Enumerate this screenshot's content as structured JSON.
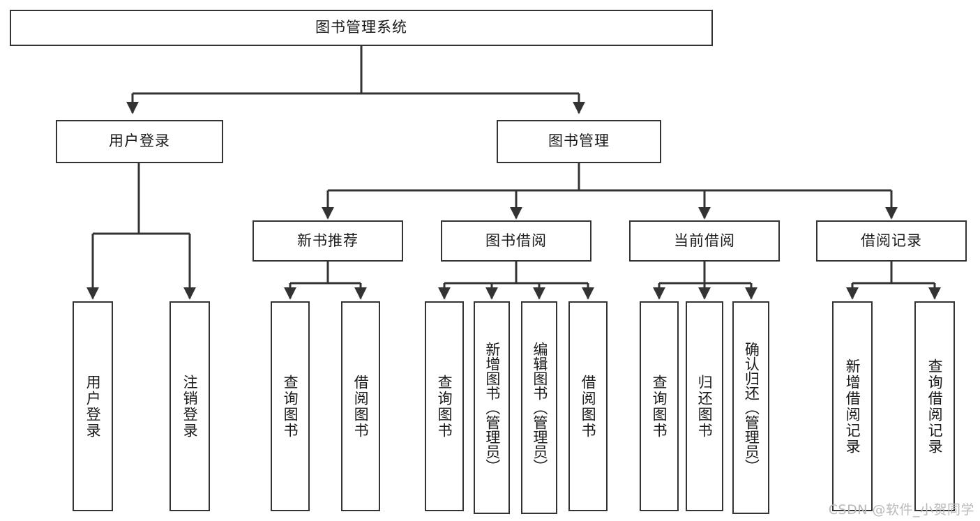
{
  "diagram": {
    "type": "tree-hierarchy",
    "title": "图书管理系统",
    "watermark": "CSDN @软件_小贺同学",
    "colors": {
      "box_border": "#333333",
      "box_fill": "#ffffff",
      "connector": "#333333",
      "text": "#1a1a1a",
      "watermark": "#b9b9b9",
      "background": "#ffffff"
    },
    "root": {
      "label": "图书管理系统"
    },
    "level2": [
      {
        "label": "用户登录"
      },
      {
        "label": "图书管理"
      }
    ],
    "level3": [
      {
        "label": "新书推荐"
      },
      {
        "label": "图书借阅"
      },
      {
        "label": "当前借阅"
      },
      {
        "label": "借阅记录"
      }
    ],
    "leaves": {
      "user_login": [
        {
          "label": "用户登录"
        },
        {
          "label": "注销登录"
        }
      ],
      "new_book": [
        {
          "label": "查询图书"
        },
        {
          "label": "借阅图书"
        }
      ],
      "book_borrow": [
        {
          "label": "查询图书"
        },
        {
          "label": "新增图书（管理员）"
        },
        {
          "label": "编辑图书（管理员）"
        },
        {
          "label": "借阅图书"
        }
      ],
      "current_borrow": [
        {
          "label": "查询图书"
        },
        {
          "label": "归还图书"
        },
        {
          "label": "确认归还（管理员）"
        }
      ],
      "borrow_record": [
        {
          "label": "新增借阅记录"
        },
        {
          "label": "查询借阅记录"
        }
      ]
    }
  }
}
